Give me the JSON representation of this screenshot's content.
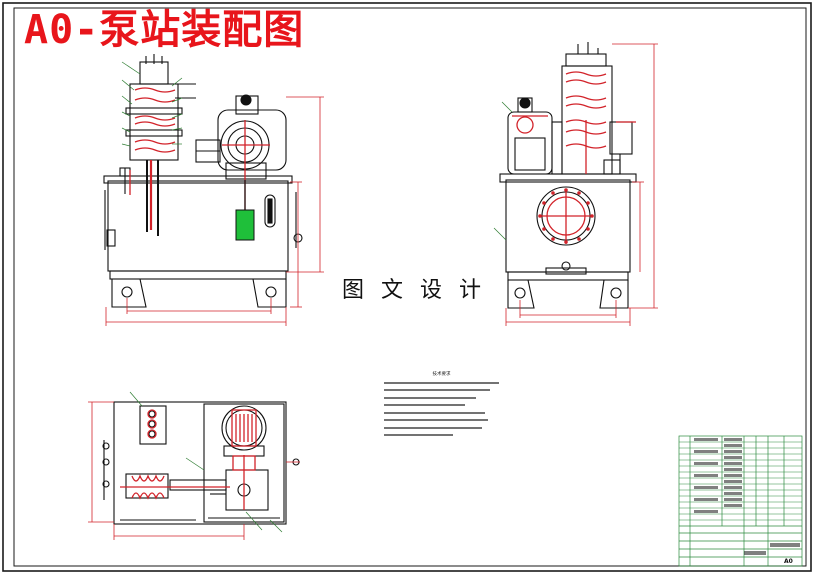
{
  "drawing": {
    "title": "A0-泵站装配图",
    "watermark": "图 文 设 计",
    "sheet_size": "A0",
    "tech_notes_title": "技术要求"
  },
  "colors": {
    "frame": "#1a1a1a",
    "outline": "#111111",
    "dimension": "#d2232a",
    "centerline": "#2e7d32",
    "part_green": "#1fbf3a",
    "title_red": "#e8151b",
    "title_block": "#2b8a3e"
  }
}
